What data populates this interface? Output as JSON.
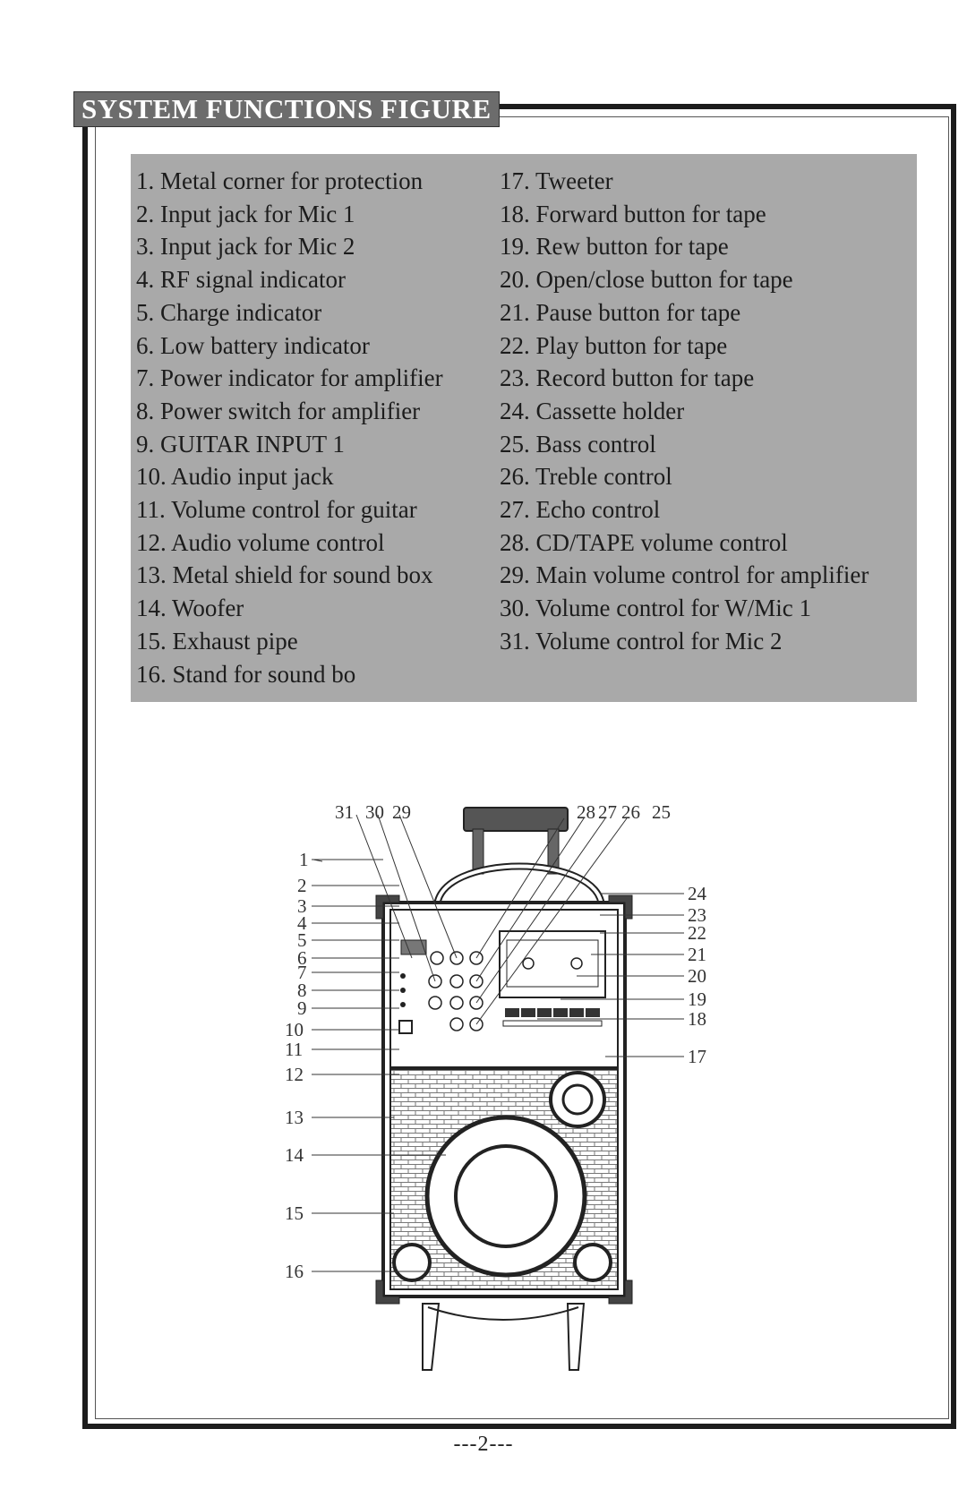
{
  "section_title": "SYSTEM FUNCTIONS FIGURE",
  "legend": {
    "left": [
      "1. Metal corner for protection",
      "2. Input jack for Mic 1",
      "3. Input jack for Mic 2",
      "4. RF signal indicator",
      "5. Charge indicator",
      "6. Low battery indicator",
      "7. Power indicator for amplifier",
      "8. Power switch for amplifier",
      "9. GUITAR INPUT 1",
      "10. Audio input jack",
      "11. Volume control for guitar",
      "12. Audio volume control",
      "13. Metal shield for sound box",
      "14. Woofer",
      "15. Exhaust pipe",
      "16. Stand for sound bo"
    ],
    "right": [
      "17. Tweeter",
      "18. Forward button for tape",
      "19. Rew button for tape",
      "20. Open/close button for tape",
      "21. Pause button for tape",
      "22. Play button for tape",
      "23. Record button for tape",
      "24. Cassette holder",
      "25. Bass control",
      "26. Treble control",
      "27. Echo control",
      "28. CD/TAPE volume control",
      "29. Main volume control for amplifier",
      "30. Volume control for W/Mic 1",
      "31. Volume control for Mic 2"
    ]
  },
  "diagram": {
    "top_labels": [
      "31",
      "30",
      "29",
      "28",
      "27",
      "26",
      "25"
    ],
    "left_labels": [
      "1",
      "2",
      "3",
      "4",
      "5",
      "6",
      "7",
      "8",
      "9",
      "10",
      "11",
      "12",
      "13",
      "14",
      "15",
      "16"
    ],
    "right_labels": [
      "24",
      "23",
      "22",
      "21",
      "20",
      "19",
      "18",
      "17"
    ]
  },
  "page_number": "---2---"
}
